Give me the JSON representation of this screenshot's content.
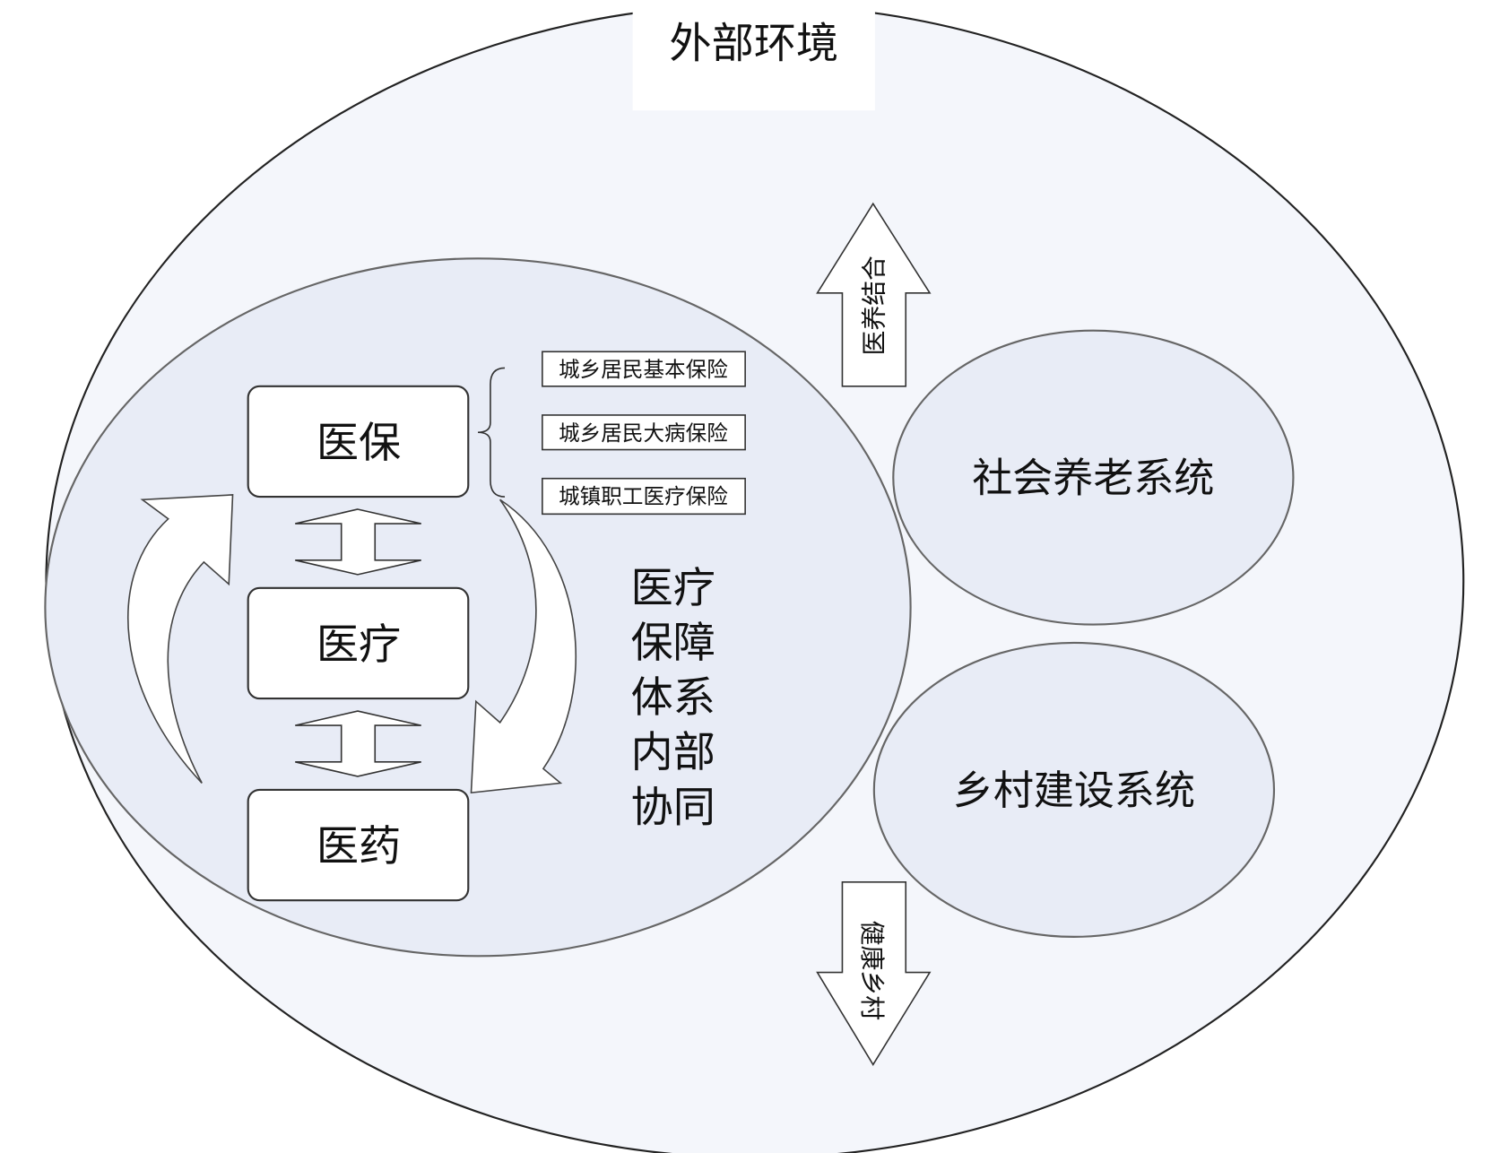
{
  "title": "外部环境",
  "core": {
    "boxes": [
      "医保",
      "医疗",
      "医药"
    ],
    "insurance_types": [
      "城乡居民基本保险",
      "城乡居民大病保险",
      "城镇职工医疗保险"
    ],
    "label_lines": [
      "医疗",
      "保障",
      "体系",
      "内部",
      "协同"
    ]
  },
  "systems": {
    "elderly": "社会养老系统",
    "rural": "乡村建设系统"
  },
  "arrows": {
    "up_label": "医养结合",
    "down_label": "健康乡村"
  },
  "colors": {
    "outer_fill": "#f4f6fb",
    "inner_fill": "#e8ecf6",
    "stroke": "#555555"
  }
}
